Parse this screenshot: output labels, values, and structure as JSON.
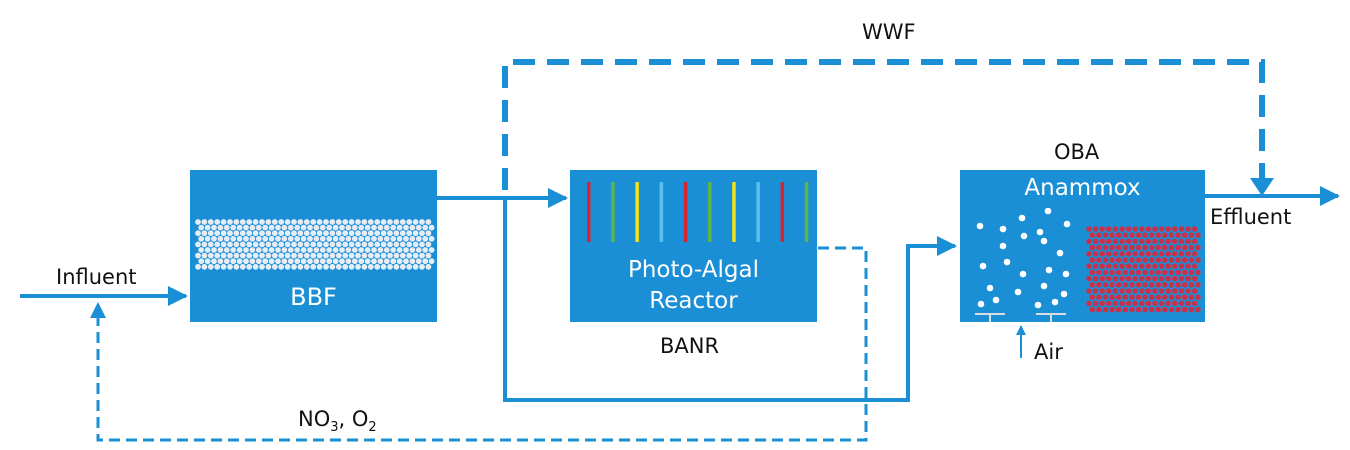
{
  "colors": {
    "flow": "#1a8fd6",
    "box": "#1a8fd6",
    "box_text": "#ffffff",
    "beads": "#e6ecf3",
    "granules": "#c8314a",
    "bubbles": "#ffffff",
    "light_bars": [
      "#d9232d",
      "#5cb54a",
      "#f2e21b",
      "#5bc0eb",
      "#d9232d",
      "#5cb54a",
      "#f2e21b",
      "#5bc0eb",
      "#d9232d",
      "#5cb54a"
    ]
  },
  "labels": {
    "influent": "Influent",
    "wwf": "WWF",
    "oba": "OBA",
    "effluent": "Effluent",
    "banr": "BANR",
    "air": "Air",
    "recycle_no": "NO",
    "recycle_no_sub": "3",
    "recycle_sep": ", O",
    "recycle_o_sub": "2"
  },
  "boxes": {
    "bbf": "BBF",
    "photo_line1": "Photo-Algal",
    "photo_line2": "Reactor",
    "anammox": "Anammox"
  }
}
